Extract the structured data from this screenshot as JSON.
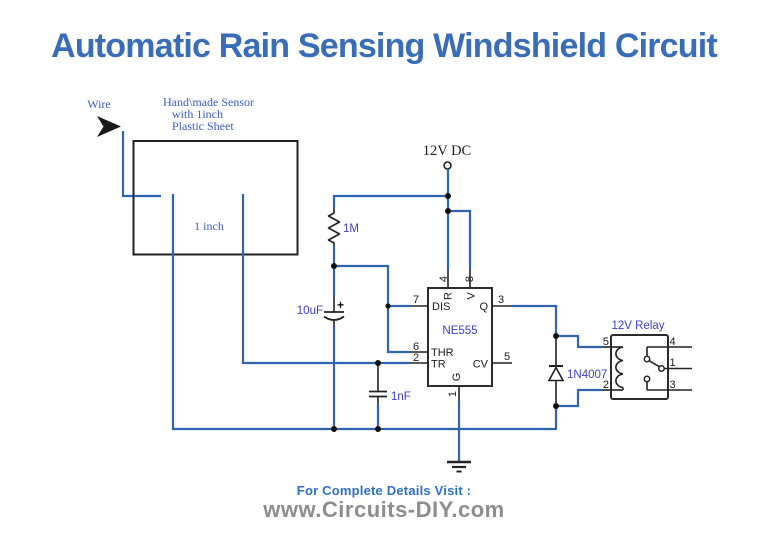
{
  "title": "Automatic Rain Sensing Windshield Circuit",
  "sensor": {
    "wire_label": "Wire",
    "caption_line1": "Hand\\made Sensor",
    "caption_line2": "with 1inch",
    "caption_line3": "Plastic Sheet",
    "gap_label": "1 inch"
  },
  "power": {
    "label": "12V DC"
  },
  "resistor": {
    "value": "1M"
  },
  "cap_electrolytic": {
    "value": "10uF",
    "polarity": "+"
  },
  "cap_ceramic": {
    "value": "1nF"
  },
  "ic": {
    "name": "NE555",
    "pins": {
      "dis": {
        "label": "DIS",
        "number": "7"
      },
      "thr": {
        "label": "THR",
        "number": "6"
      },
      "tr": {
        "label": "TR",
        "number": "2"
      },
      "q": {
        "label": "Q",
        "number": "3"
      },
      "cv": {
        "label": "CV",
        "number": "5"
      },
      "r": {
        "label": "R",
        "number": "4"
      },
      "v": {
        "label": "V",
        "number": "8"
      },
      "g": {
        "label": "G",
        "number": "1"
      }
    }
  },
  "diode": {
    "value": "1N4007"
  },
  "relay": {
    "label": "12V Relay",
    "pins": {
      "coil_top": "5",
      "coil_bottom": "2",
      "no": "4",
      "common": "1",
      "nc": "3"
    }
  },
  "footer": {
    "line1": "For Complete Details Visit :",
    "line2": "www.Circuits-DIY.com"
  },
  "colors": {
    "title": "#3a6db8",
    "wire": "#2f63b4",
    "component_label": "#3d3dcb",
    "annotation_label": "#3c5cc0",
    "line": "#222222",
    "footer_link": "#2e6fc4",
    "footer_domain": "#8d8d8d"
  }
}
